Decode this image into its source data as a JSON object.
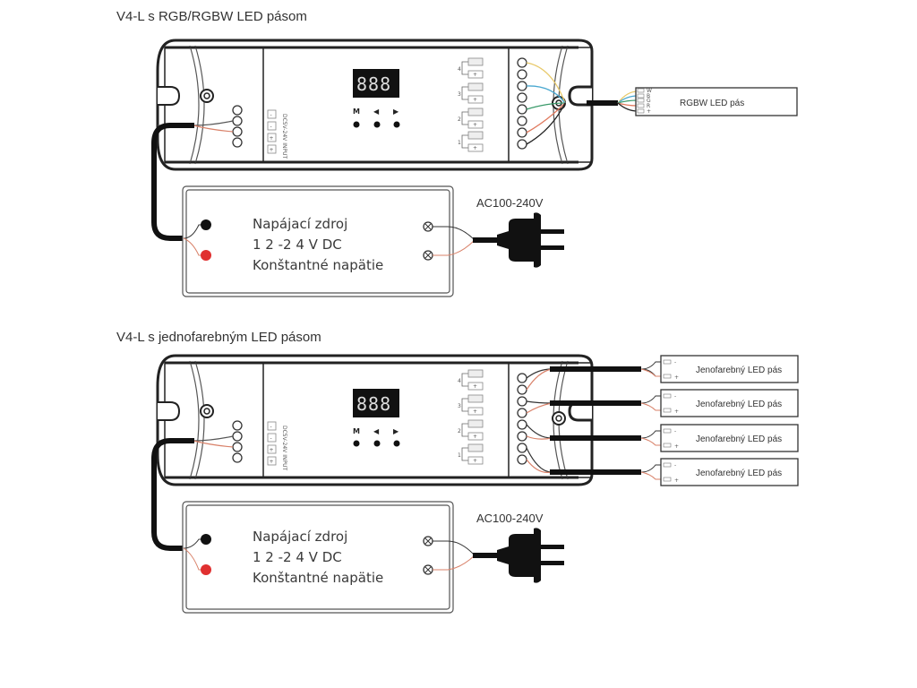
{
  "diagrams": [
    {
      "title": "V4-L s RGB/RGBW LED pásom",
      "controller": {
        "display": "888",
        "buttons": [
          "M",
          "◀",
          "▶"
        ],
        "input_label": "DC5V-24V INPUT",
        "input_terminals": [
          "-",
          "-",
          "+",
          "+"
        ],
        "output_channels": [
          "4",
          "3",
          "2",
          "1"
        ],
        "output_terminal_plus": "+"
      },
      "power_supply": {
        "line1": "Napájací zdroj",
        "line2": "1 2 -2 4 V DC",
        "line3": "Konštantné napätie"
      },
      "ac_label": "AC100-240V",
      "strips": [
        {
          "label": "RGBW LED pás",
          "pins": [
            "W",
            "B",
            "G",
            "R",
            "+"
          ]
        }
      ],
      "wire_colors": [
        "#e8c96a",
        "#4aa8d0",
        "#3a9a6a",
        "#e07a5f",
        "#222222"
      ]
    },
    {
      "title": "V4-L s jednofarebným LED pásom",
      "controller": {
        "display": "888",
        "buttons": [
          "M",
          "◀",
          "▶"
        ],
        "input_label": "DC5V-24V INPUT",
        "input_terminals": [
          "-",
          "-",
          "+",
          "+"
        ],
        "output_channels": [
          "4",
          "3",
          "2",
          "1"
        ],
        "output_terminal_plus": "+"
      },
      "power_supply": {
        "line1": "Napájací zdroj",
        "line2": "1 2 -2 4 V DC",
        "line3": "Konštantné napätie"
      },
      "ac_label": "AC100-240V",
      "strips": [
        {
          "label": "Jenofarebný LED pás",
          "pins": [
            "-",
            "+"
          ]
        },
        {
          "label": "Jenofarebný LED pás",
          "pins": [
            "-",
            "+"
          ]
        },
        {
          "label": "Jenofarebný LED pás",
          "pins": [
            "-",
            "+"
          ]
        },
        {
          "label": "Jenofarebný LED pás",
          "pins": [
            "-",
            "+"
          ]
        }
      ]
    }
  ],
  "colors": {
    "outline": "#222222",
    "neg_wire": "#333333",
    "pos_wire": "#d9826a",
    "pos_terminal": "#e03030",
    "display_bg": "#111111",
    "display_seg": "#dddddd"
  }
}
